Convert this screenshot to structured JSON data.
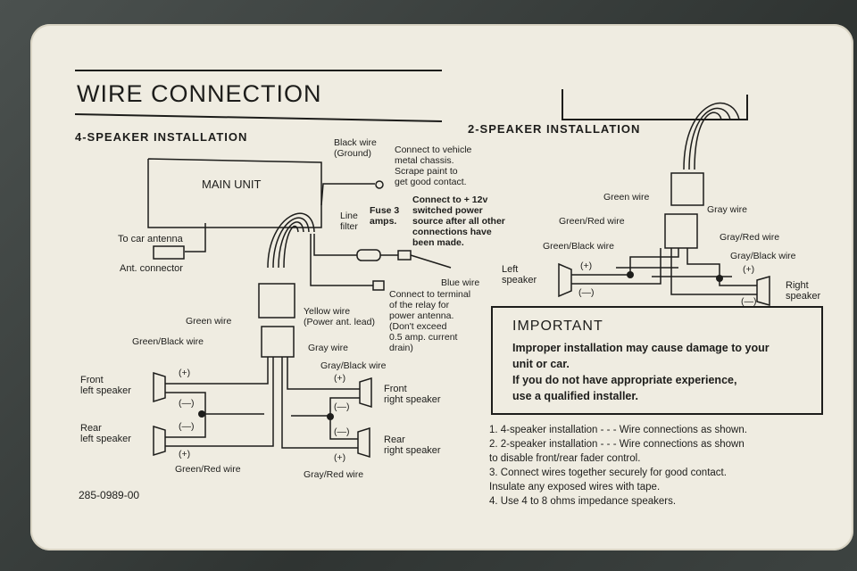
{
  "title": "WIRE CONNECTION",
  "four_speaker": {
    "heading": "4-SPEAKER INSTALLATION",
    "main_unit": "MAIN UNIT",
    "car_antenna": "To car antenna",
    "ant_connector": "Ant. connector",
    "black_wire": "Black wire\n(Ground)",
    "chassis_note": "Connect to vehicle\nmetal chassis.\nScrape paint to\nget good contact.",
    "fuse": "Fuse 3\namps.",
    "line_filter": "Line\nfilter",
    "power_note": "Connect to + 12v\nswitched power\nsource after all other\nconnections have\nbeen made.",
    "blue_wire": "Blue wire",
    "yellow_wire": "Yellow wire\n(Power ant. lead)",
    "relay_note": "Connect to terminal\nof the relay for\npower antenna.\n(Don't exceed\n0.5 amp. current\ndrain)",
    "green_wire": "Green wire",
    "green_black_wire": "Green/Black wire",
    "gray_wire": "Gray wire",
    "gray_black_wire": "Gray/Black wire",
    "front_left": "Front\nleft speaker",
    "rear_left": "Rear\nleft speaker",
    "front_right": "Front\nright speaker",
    "rear_right": "Rear\nright speaker",
    "green_red_wire": "Green/Red wire",
    "gray_red_wire": "Gray/Red wire",
    "plus": "(+)",
    "minus": "(—)",
    "part_number": "285-0989-00"
  },
  "two_speaker": {
    "heading": "2-SPEAKER INSTALLATION",
    "green_wire": "Green wire",
    "green_red_wire": "Green/Red wire",
    "green_black_wire": "Green/Black wire",
    "gray_wire": "Gray wire",
    "gray_red_wire": "Gray/Red wire",
    "gray_black_wire": "Gray/Black wire",
    "left_speaker": "Left\nspeaker",
    "right_speaker": "Right\nspeaker",
    "plus": "(+)",
    "minus": "(—)"
  },
  "important": {
    "title": "IMPORTANT",
    "body": "Improper installation may cause damage to your\nunit or car.\nIf you do not have appropriate experience,\nuse a qualified installer."
  },
  "notes": [
    "1.  4-speaker installation - - - Wire connections as shown.",
    "2.  2-speaker installation - - - Wire connections as shown",
    "     to disable front/rear fader control.",
    "3.  Connect wires together securely for good contact.",
    "     Insulate any exposed wires with tape.",
    "4.  Use 4 to 8 ohms impedance speakers."
  ]
}
